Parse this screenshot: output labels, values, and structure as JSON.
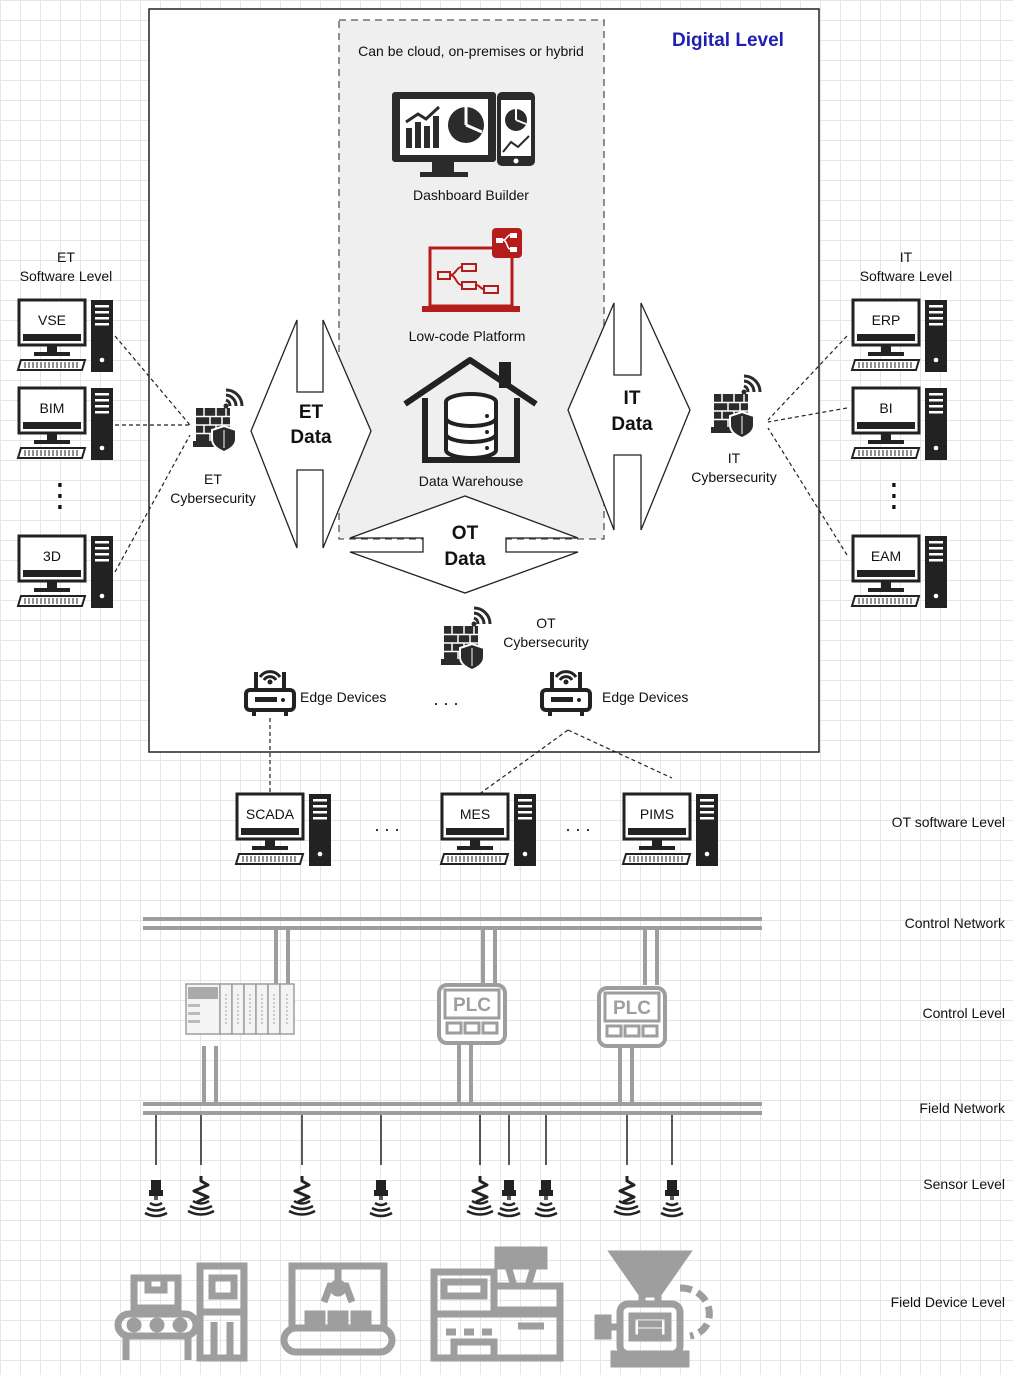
{
  "digital_level": {
    "title": "Digital Level",
    "cloud_note": "Can be cloud, on-premises or hybrid",
    "dashboard": "Dashboard Builder",
    "lowcode": "Low-code Platform",
    "warehouse": "Data Warehouse",
    "et_data": [
      "ET",
      "Data"
    ],
    "it_data": [
      "IT",
      "Data"
    ],
    "ot_data": [
      "OT",
      "Data"
    ],
    "et_cyber": [
      "ET",
      "Cybersecurity"
    ],
    "it_cyber": [
      "IT",
      "Cybersecurity"
    ],
    "ot_cyber": [
      "OT",
      "Cybersecurity"
    ],
    "edge_left": "Edge Devices",
    "edge_right": "Edge Devices",
    "edge_ellipsis": ". . ."
  },
  "et_software": {
    "title": [
      "ET",
      "Software Level"
    ],
    "computers": [
      "VSE",
      "BIM",
      "3D"
    ],
    "ellipsis": "⋮"
  },
  "it_software": {
    "title": [
      "IT",
      "Software Level"
    ],
    "computers": [
      "ERP",
      "BI",
      "EAM"
    ],
    "ellipsis": "⋮"
  },
  "ot_software": {
    "computers": [
      "SCADA",
      "MES",
      "PIMS"
    ],
    "ellipsis": ". . ."
  },
  "plc_text": "PLC",
  "levels": [
    "OT software Level",
    "Control Network",
    "Control Level",
    "Field Network",
    "Sensor Level",
    "Field Device Level"
  ],
  "colors": {
    "title_blue": "#1f1fb4",
    "lowcode_red": "#b71c1c",
    "icon_dark": "#2b2b2b",
    "gray": "#9e9e9e",
    "grid": "#e6e6e6"
  }
}
